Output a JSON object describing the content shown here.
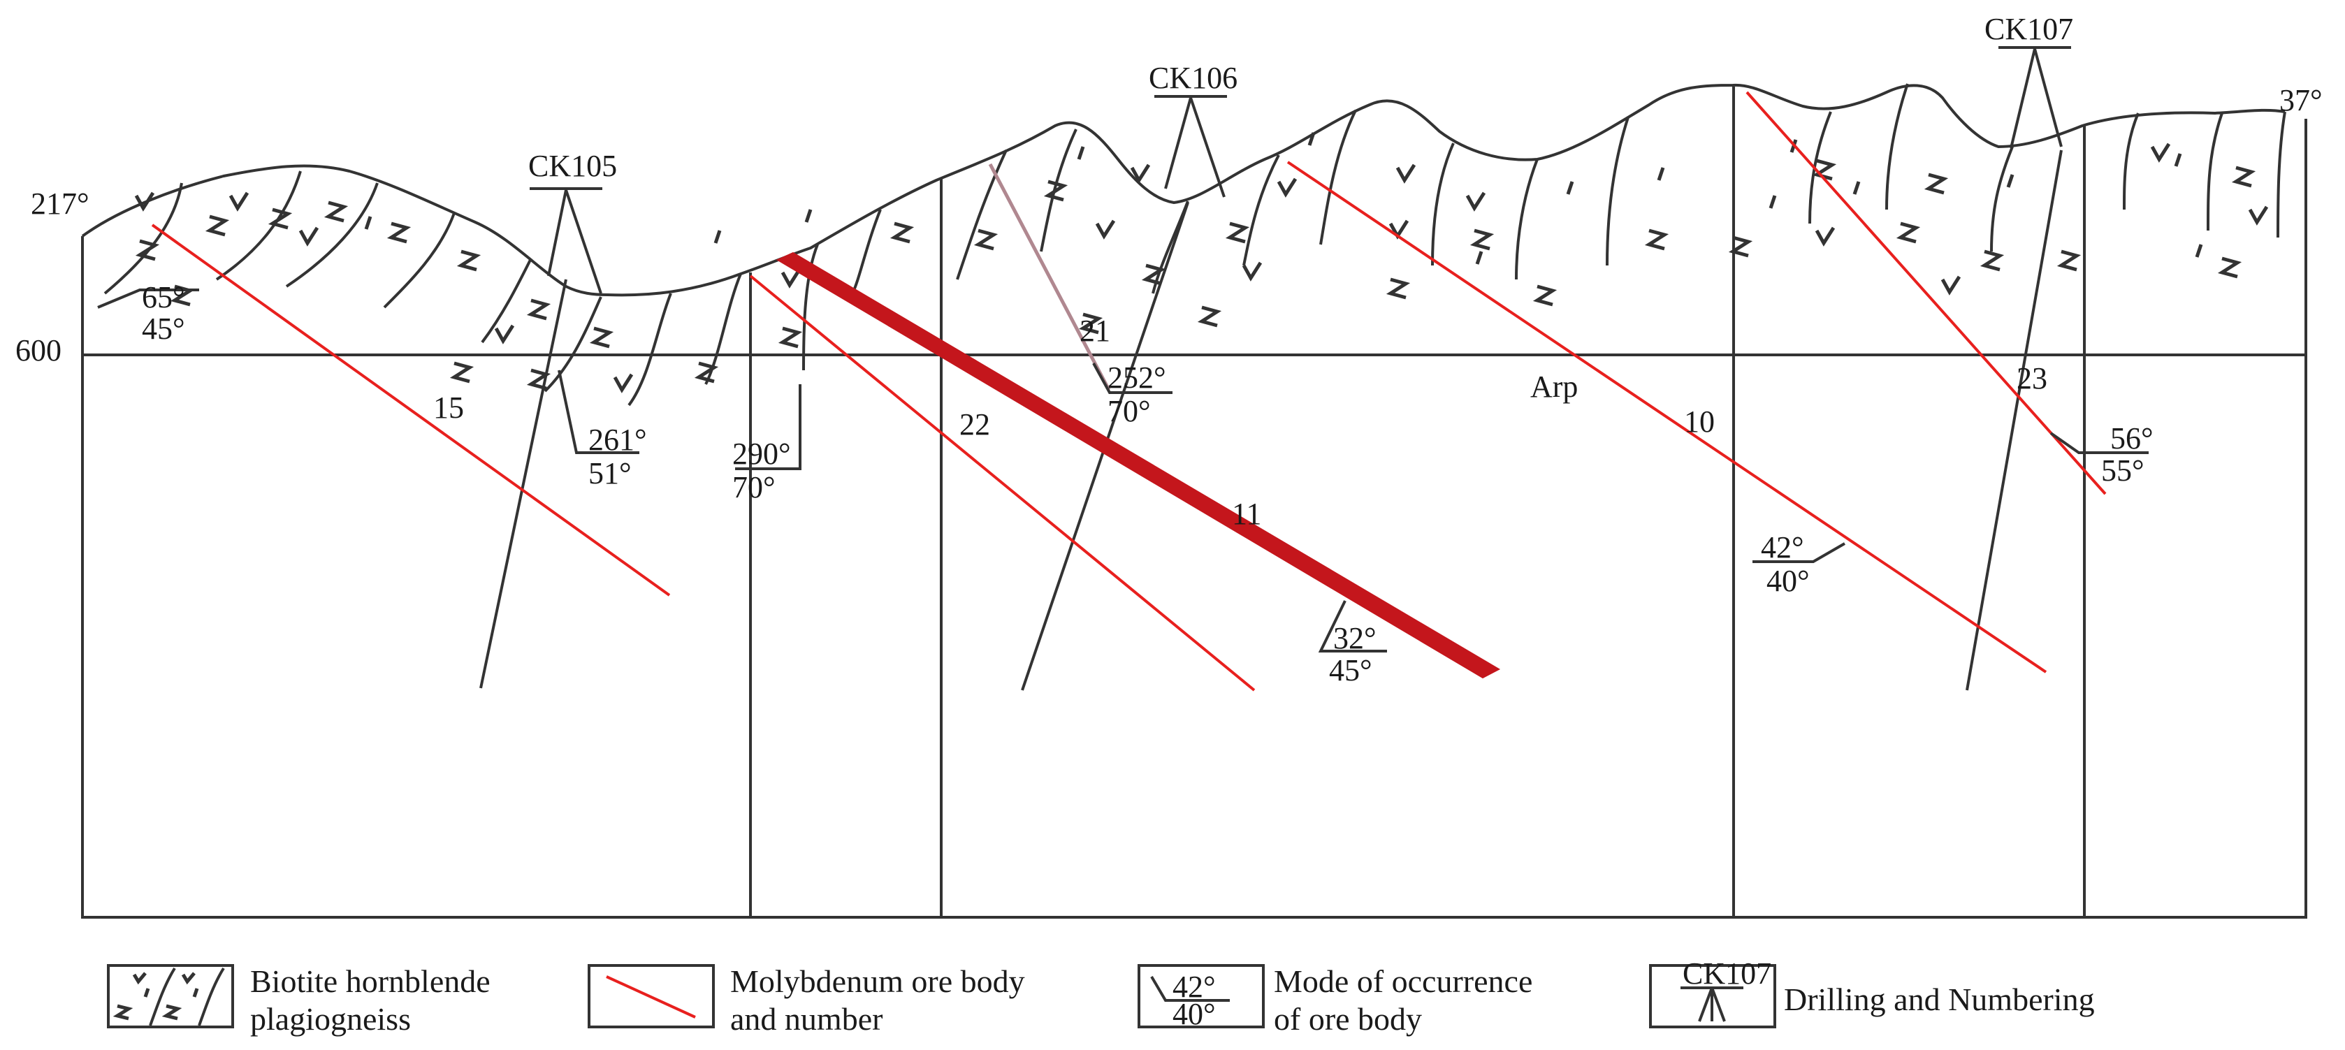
{
  "azimuth_left": "217°",
  "azimuth_right": "37°",
  "elevation_label": "600",
  "stratum_label": "Arp",
  "drillholes": {
    "ck105": "CK105",
    "ck106": "CK106",
    "ck107": "CK107"
  },
  "ore_numbers": {
    "b15": "15",
    "b22": "22",
    "b11": "11",
    "b21": "21",
    "b10": "10",
    "b23": "23"
  },
  "attitudes": [
    {
      "top": "65°",
      "bottom": "45°"
    },
    {
      "top": "261°",
      "bottom": "51°"
    },
    {
      "top": "290°",
      "bottom": "70°"
    },
    {
      "top": "252°",
      "bottom": "70°"
    },
    {
      "top": "32°",
      "bottom": "45°"
    },
    {
      "top": "42°",
      "bottom": "40°"
    },
    {
      "top": "56°",
      "bottom": "55°"
    }
  ],
  "legend": {
    "rock_line1": "Biotite hornblende",
    "rock_line2": "plagiogneiss",
    "ore_line1": "Molybdenum ore body",
    "ore_line2": "and number",
    "mode_line1": "Mode of occurrence",
    "mode_line2": "of ore body",
    "mode_top": "42°",
    "mode_bottom": "40°",
    "drill_text": "Drilling and Numbering",
    "drill_sample": "CK107"
  },
  "colors": {
    "ore": "#e8201e",
    "main_ore": "#c4161c",
    "line": "#333333",
    "fault": "#b08890"
  }
}
